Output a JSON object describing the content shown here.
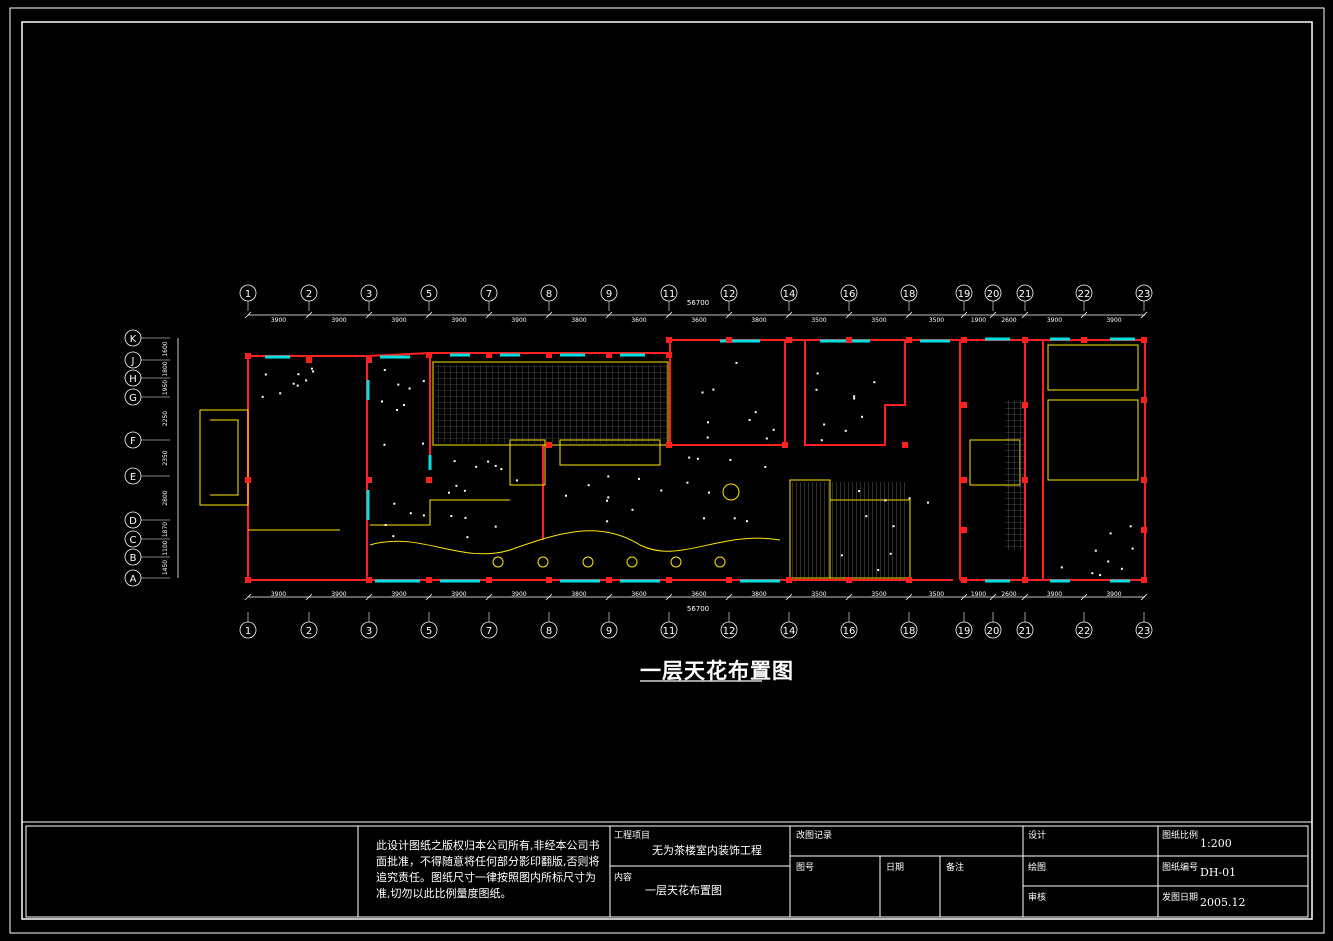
{
  "drawing": {
    "title": "一层天花布置图",
    "axes_top": [
      "1",
      "2",
      "3",
      "5",
      "7",
      "8",
      "9",
      "11",
      "12",
      "14",
      "16",
      "18",
      "19",
      "20",
      "21",
      "22",
      "23"
    ],
    "axes_bottom": [
      "1",
      "2",
      "3",
      "5",
      "7",
      "8",
      "9",
      "11",
      "12",
      "14",
      "16",
      "18",
      "19",
      "20",
      "21",
      "22",
      "23"
    ],
    "axes_left": [
      "K",
      "J",
      "H",
      "G",
      "F",
      "E",
      "D",
      "C",
      "B",
      "A"
    ],
    "dims_top": [
      "3900",
      "3900",
      "3900",
      "3900",
      "3900",
      "3800",
      "3600",
      "3600",
      "3800",
      "3500",
      "3500",
      "3500",
      "1900",
      "2600",
      "3900",
      "3900"
    ],
    "total_dim": "56700",
    "dims_left": [
      "1600",
      "1800",
      "1950",
      "2250",
      "2350",
      "2800",
      "1870",
      "1100",
      "1450"
    ]
  },
  "title_block": {
    "copyright_text": "此设计图纸之版权归本公司所有,非经本公司书面批准，不得随意将任何部分影印翻版,否则将追究责任。图纸尺寸一律按照图内所标尺寸为准,切勿以此比例量度图纸。",
    "project_label": "工程项目",
    "project_name": "无为茶楼室内装饰工程",
    "content_label": "内容",
    "content_value": "一层天花布置图",
    "revision_label": "改图记录",
    "drawing_no_label": "图号",
    "date_label": "日期",
    "remark_label": "备注",
    "design_label": "设计",
    "draw_label": "绘图",
    "review_label": "审核",
    "scale_label": "图纸比例",
    "scale_value": "1:200",
    "sheet_label": "图纸编号",
    "sheet_value": "DH-01",
    "issue_label": "发图日期",
    "issue_value": "2005.12"
  }
}
